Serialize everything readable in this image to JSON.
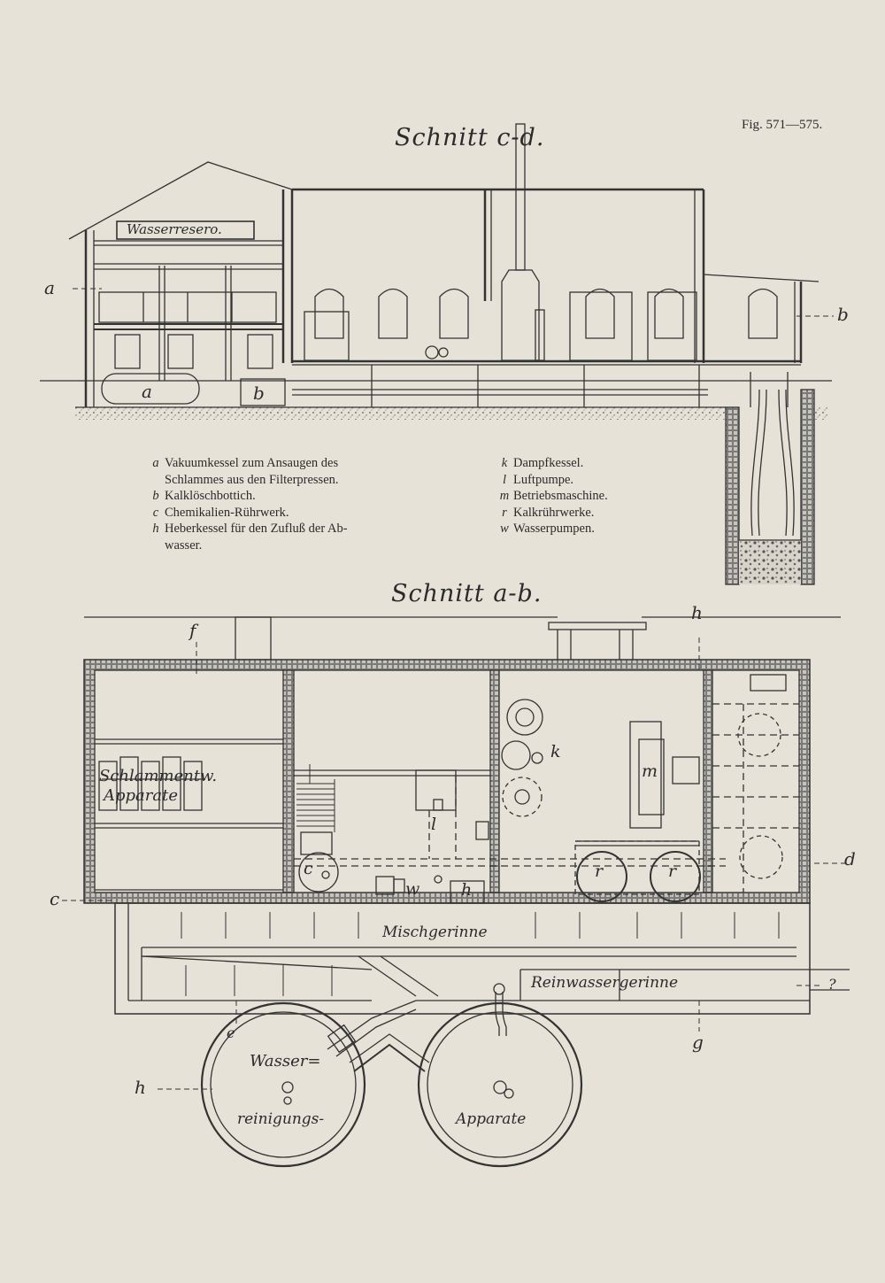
{
  "figure_ref": "Fig. 571—575.",
  "section_cd": {
    "title": "Schnitt c-d.",
    "reservoir_label": "Wasserresero.",
    "mark_a": "a",
    "mark_b": "b",
    "side_left": "a",
    "side_right": "b"
  },
  "legend": {
    "left": [
      {
        "key": "a",
        "text": "Vakuumkessel zum Ansaugen des",
        "cont": "Schlammes aus den Filterpressen."
      },
      {
        "key": "b",
        "text": "Kalklöschbottich."
      },
      {
        "key": "c",
        "text": "Chemikalien-Rührwerk."
      },
      {
        "key": "h",
        "text": "Heberkessel für den Zufluß der Ab-",
        "cont": "wasser."
      }
    ],
    "right": [
      {
        "key": "k",
        "text": "Dampfkessel."
      },
      {
        "key": "l",
        "text": "Luftpumpe."
      },
      {
        "key": "m",
        "text": "Betriebsmaschine."
      },
      {
        "key": "r",
        "text": "Kalkrührwerke."
      },
      {
        "key": "w",
        "text": "Wasserpumpen."
      }
    ]
  },
  "section_ab": {
    "title": "Schnitt a-b.",
    "marks": {
      "f": "f",
      "h_top": "h",
      "c": "c",
      "d": "d",
      "e": "e",
      "g": "g",
      "h_left": "h",
      "right": "?"
    },
    "schlamm": [
      "Schlammentw.",
      "Apparate"
    ],
    "room_c": "c",
    "room_w": "w",
    "room_h": "h",
    "room_l": "l",
    "room_k": "k",
    "room_m": "m",
    "room_r1": "r",
    "room_r2": "r",
    "misch": "Mischgerinne",
    "reinwasser": "Reinwassergerinne",
    "tank_left": [
      "Wasser=",
      "reinigungs-"
    ],
    "tank_right": "Apparate"
  }
}
